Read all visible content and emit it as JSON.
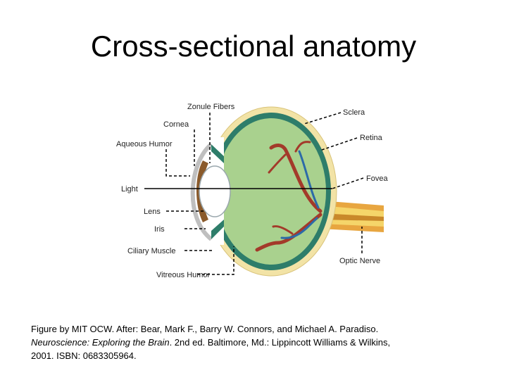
{
  "title": "Cross-sectional anatomy",
  "labels": {
    "zonule_fibers": "Zonule Fibers",
    "cornea": "Cornea",
    "aqueous_humor": "Aqueous Humor",
    "light": "Light",
    "lens": "Lens",
    "iris": "Iris",
    "ciliary_muscle": "Ciliary Muscle",
    "vitreous_humor": "Vitreous Humor",
    "sclera": "Sclera",
    "retina": "Retina",
    "fovea": "Fovea",
    "optic_nerve": "Optic Nerve"
  },
  "caption": {
    "line1": "Figure by MIT OCW. After: Bear, Mark F., Barry W. Connors, and Michael A. Paradiso.",
    "book_title": "Neuroscience: Exploring the Brain",
    "line2_rest": ". 2nd ed. Baltimore, Md.: Lippincott Williams & Wilkins,",
    "line3": "2001. ISBN: 0683305964."
  },
  "colors": {
    "sclera": "#f2e3a6",
    "choroid": "#2e7d6a",
    "vitreous": "#a9d18e",
    "artery": "#a33a2a",
    "vein": "#2c6aa8",
    "optic_nerve": "#e8a640"
  }
}
